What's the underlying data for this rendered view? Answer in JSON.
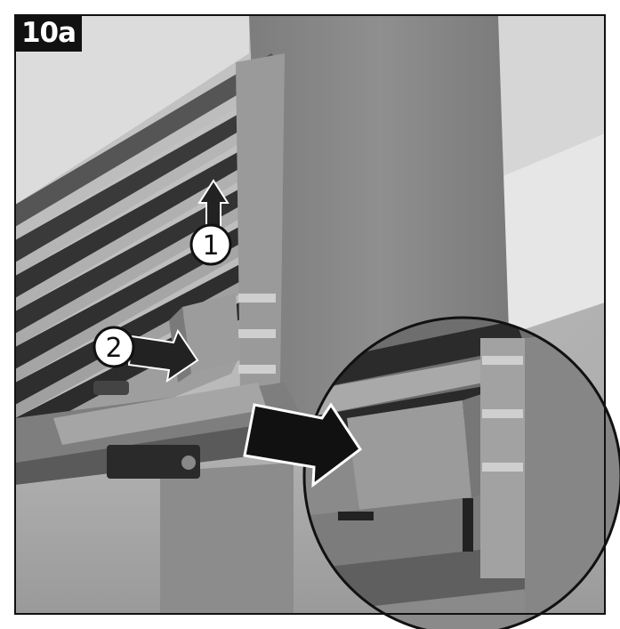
{
  "figure": {
    "step_label": "10a",
    "callouts": [
      "1",
      "2"
    ],
    "arrow_icons": [
      "up-arrow-icon",
      "right-arrow-icon",
      "magnify-arrow-icon"
    ]
  }
}
